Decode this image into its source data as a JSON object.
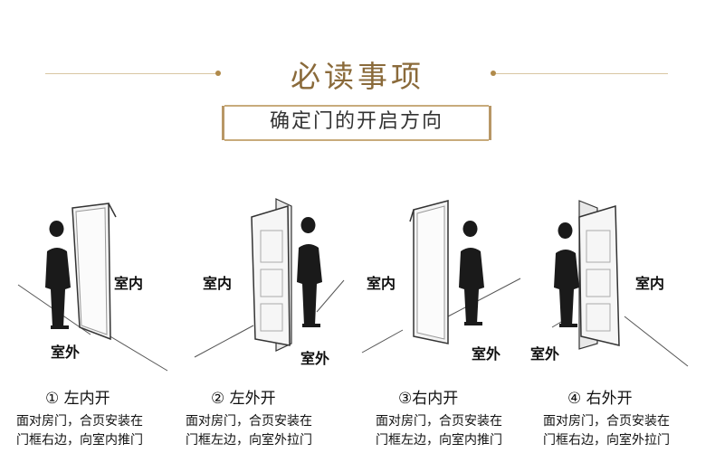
{
  "header": {
    "title": "必读事项",
    "subtitle": "确定门的开启方向"
  },
  "panels": [
    {
      "caption": "① 左内开",
      "inside_label": "室内",
      "outside_label": "室外",
      "desc_line1": "面对房门，合页安装在",
      "desc_line2": "门框右边，向室内推门"
    },
    {
      "caption": "② 左外开",
      "inside_label": "室内",
      "outside_label": "室外",
      "desc_line1": "面对房门，合页安装在",
      "desc_line2": "门框左边，向室外拉门"
    },
    {
      "caption": "③右内开",
      "inside_label": "室内",
      "outside_label": "室外",
      "desc_line1": "面对房门，合页安装在",
      "desc_line2": "门框左边，向室内推门"
    },
    {
      "caption": "④ 右外开",
      "inside_label": "室内",
      "outside_label": "室外",
      "desc_line1": "面对房门，合页安装在",
      "desc_line2": "门框右边，向室外拉门"
    }
  ]
}
